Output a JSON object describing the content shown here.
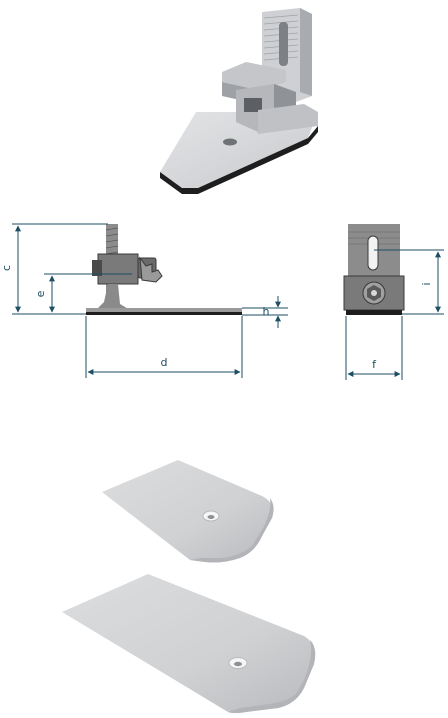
{
  "colors": {
    "dimension": "#1d4e63",
    "part_light": "#d9dadc",
    "part_mid": "#b9bbbe",
    "part_dark": "#8c8f93",
    "drawing_gray": "#8a8a8a",
    "drawing_dark": "#3a3a3a",
    "base_black": "#1e1e1e"
  },
  "dimensions": {
    "c": "c",
    "e": "e",
    "d": "d",
    "h": "h",
    "f": "f",
    "i": "i"
  }
}
